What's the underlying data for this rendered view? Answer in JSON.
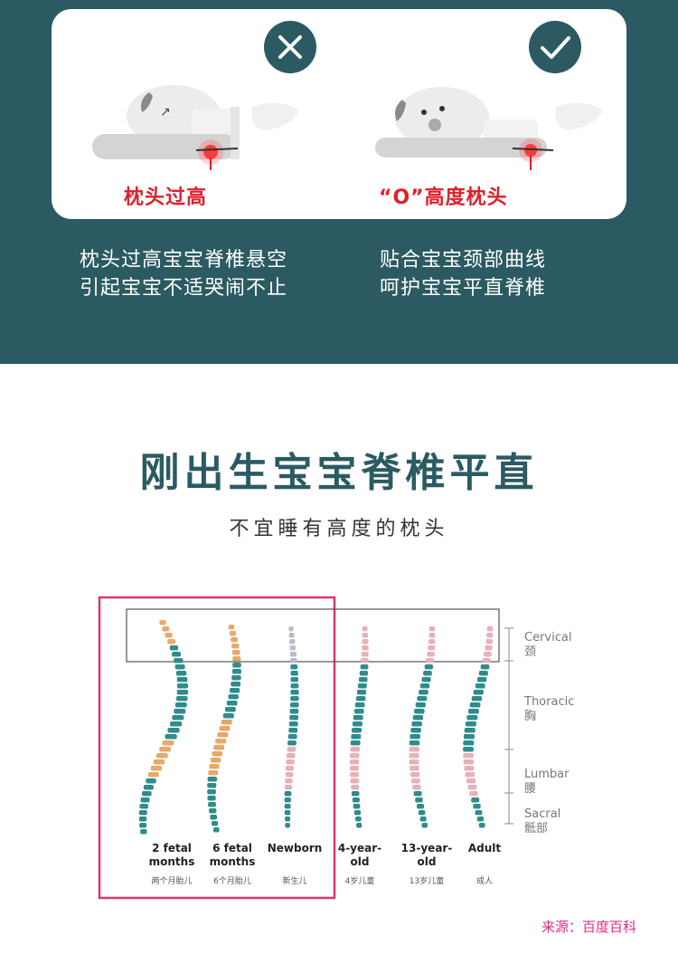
{
  "comparison": {
    "bad": {
      "label": "枕头过高",
      "caption": [
        "枕头过高宝宝脊椎悬空",
        "引起宝宝不适哭闹不止"
      ]
    },
    "good": {
      "label": "“O”高度枕头",
      "caption": [
        "贴合宝宝颈部曲线",
        "呵护宝宝平直脊椎"
      ]
    }
  },
  "headline": {
    "title": "刚出生宝宝脊椎平直",
    "subtitle": "不宜睡有高度的枕头"
  },
  "spine_figure": {
    "regions": [
      {
        "en": "Cervical",
        "cn": "颈"
      },
      {
        "en": "Thoracic",
        "cn": "胸"
      },
      {
        "en": "Lumbar",
        "cn": "腰"
      },
      {
        "en": "Sacral",
        "cn": "骶部"
      }
    ],
    "stages": [
      {
        "en": [
          "2 fetal",
          "months"
        ],
        "cn": "两个月胎儿"
      },
      {
        "en": [
          "6 fetal",
          "months"
        ],
        "cn": "6个月胎儿"
      },
      {
        "en": [
          "Newborn"
        ],
        "cn": "新生儿"
      },
      {
        "en": [
          "4-year-",
          "old"
        ],
        "cn": "4岁儿童"
      },
      {
        "en": [
          "13-year-",
          "old"
        ],
        "cn": "13岁儿童"
      },
      {
        "en": [
          "Adult"
        ],
        "cn": "成人"
      }
    ]
  },
  "source": "来源：百度百科",
  "colors": {
    "teal": "#2b5a62",
    "red": "#e0202a",
    "highlight": "#e0356a",
    "vertebra_teal": "#2f8c8c",
    "vertebra_orange": "#e8a86a",
    "vertebra_pink": "#e8b0b8"
  }
}
